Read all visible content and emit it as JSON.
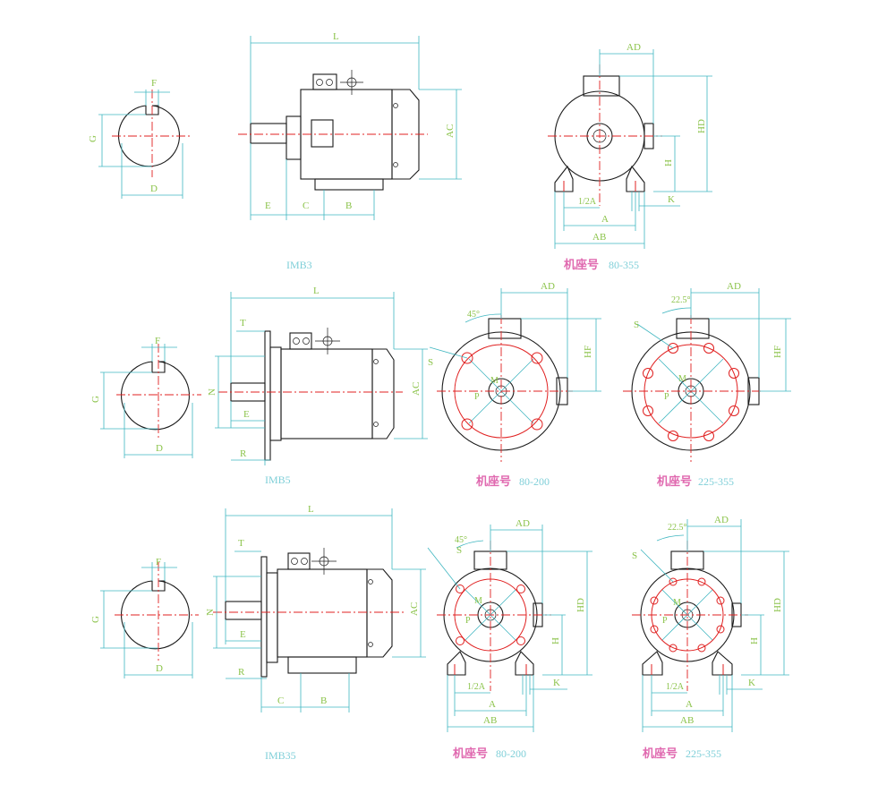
{
  "labels": {
    "F": "F",
    "G": "G",
    "D": "D",
    "L": "L",
    "AC": "AC",
    "E": "E",
    "C": "C",
    "B": "B",
    "AD": "AD",
    "HD": "HD",
    "H": "H",
    "K": "K",
    "A": "A",
    "AB": "AB",
    "HALF_A": "1/2A",
    "T": "T",
    "N": "N",
    "R": "R",
    "S": "S",
    "HF": "HF",
    "M": "M",
    "P": "P",
    "ANG45": "45°",
    "ANG22": "22.5°"
  },
  "captions": {
    "imb3": "IMB3",
    "imb5": "IMB5",
    "imb35": "IMB35",
    "frame_cn": "机座号",
    "r1": "80-355",
    "r2a": "80-200",
    "r2b": "225-355",
    "r3a": "80-200",
    "r3b": "225-355"
  },
  "colors": {
    "dimension": "#3fb6c0",
    "centerline": "#e02020",
    "label": "#8bc34a",
    "caption": "#7fcfd8",
    "caption_cn": "#e06ab0",
    "outline": "#1a1a1a"
  }
}
